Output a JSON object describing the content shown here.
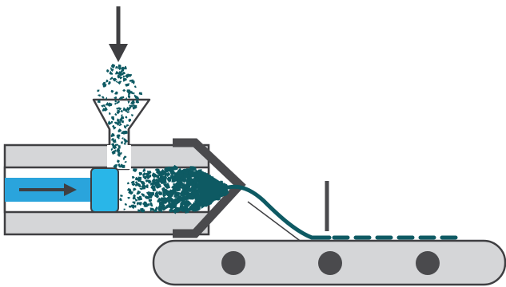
{
  "diagram": {
    "type": "ram-extrusion-process",
    "components": [
      "feed-arrow",
      "powder-feed",
      "hopper-funnel",
      "barrel",
      "ram-piston",
      "ram-direction-arrow",
      "compacted-powder",
      "die",
      "extrudate-strand",
      "cutter-blade",
      "conveyor-belt"
    ],
    "colors": {
      "barrel_fill": "#d5d6d8",
      "outline": "#3f3f42",
      "die": "#4a4a4d",
      "ram": "#29b6e8",
      "ram_rod": "#2aa4dc",
      "arrow": "#3f3f42",
      "powder": "#0e5a63",
      "extrudate": "#0e5a63",
      "belt_fill": "#d5d6d8",
      "roller": "#4a4a4d"
    }
  }
}
